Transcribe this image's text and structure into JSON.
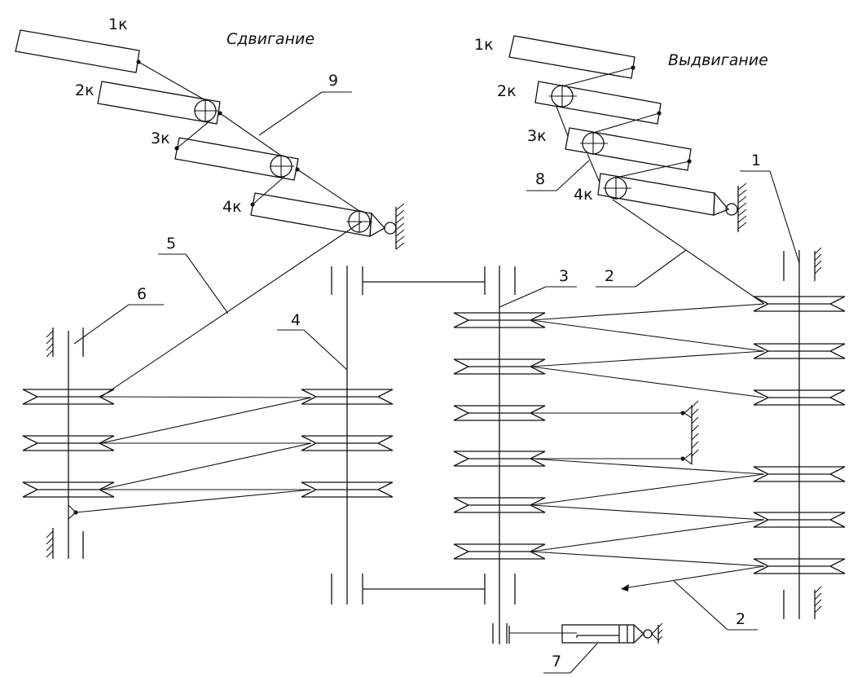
{
  "titles": {
    "left": "Сдвигание",
    "right": "Выдвигание"
  },
  "sections": {
    "left": [
      "1к",
      "2к",
      "3к",
      "4к"
    ],
    "right": [
      "1к",
      "2к",
      "3к",
      "4к"
    ]
  },
  "callouts": {
    "c1": "1",
    "c2a": "2",
    "c2b": "2",
    "c3": "3",
    "c4": "4",
    "c5": "5",
    "c6": "6",
    "c7": "7",
    "c8": "8",
    "c9": "9"
  },
  "colors": {
    "line": "#111111",
    "background": "#ffffff"
  }
}
